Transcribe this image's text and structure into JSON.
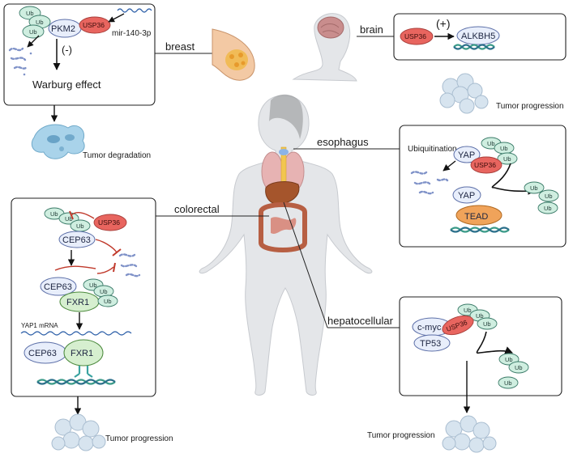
{
  "organs": {
    "breast": "breast",
    "brain": "brain",
    "esophagus": "esophagus",
    "colorectal": "colorectal",
    "hepatocellular": "hepatocellular"
  },
  "breast_panel": {
    "ub": "Ub",
    "pkm2": "PKM2",
    "usp36": "USP36",
    "mirna": "mir-140-3p",
    "inhibit_sign": "(-)",
    "warburg": "Warburg effect",
    "outcome": "Tumor degradation"
  },
  "brain_panel": {
    "usp36": "USP36",
    "activate_sign": "(+)",
    "alkbh5": "ALKBH5",
    "outcome": "Tumor progression"
  },
  "esophagus_panel": {
    "ubiquitination": "Ubiquitination",
    "yap": "YAP",
    "usp36": "USP36",
    "ub": "Ub",
    "yap2": "YAP",
    "tead": "TEAD"
  },
  "colorectal_panel": {
    "ub": "Ub",
    "usp36": "USP36",
    "cep63": "CEP63",
    "cep63_b": "CEP63",
    "fxr1": "FXR1",
    "mrna": "YAP1 mRNA",
    "cep63_c": "CEP63",
    "fxr1_b": "FXR1",
    "outcome": "Tumor progression"
  },
  "hepato_panel": {
    "cmyc": "c-myc",
    "usp36": "USP36",
    "tp53": "TP53",
    "ub": "Ub",
    "outcome": "Tumor progression"
  },
  "colors": {
    "usp36": "#e8655f",
    "ubiquitin": "#cfeee0",
    "protein": "#e8eefb",
    "tead": "#f0a35a",
    "fxr1": "#d6efcf",
    "inhibit": "#c0392b"
  }
}
